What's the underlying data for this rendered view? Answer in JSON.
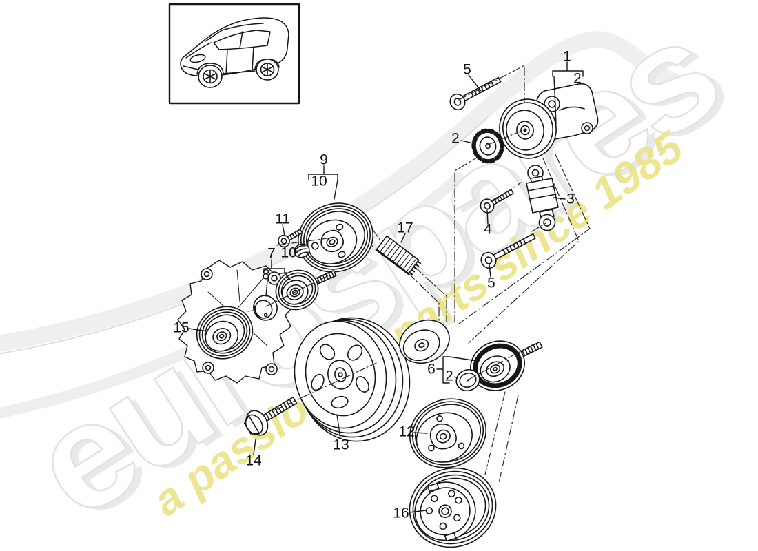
{
  "watermark": {
    "brand": "eurospares",
    "tagline": "a passion for parts since 1985",
    "brand_fill": "#ffffff",
    "brand_outline": "#e2e2e2",
    "tagline_color": "#ebe48a"
  },
  "diagram": {
    "ink_color": "#161616",
    "labels": [
      "1",
      "2",
      "5",
      "2",
      "3",
      "4",
      "5",
      "9",
      "10",
      "11",
      "10",
      "7",
      "8",
      "17",
      "15",
      "13",
      "14",
      "12",
      "16",
      "6",
      "2"
    ]
  }
}
